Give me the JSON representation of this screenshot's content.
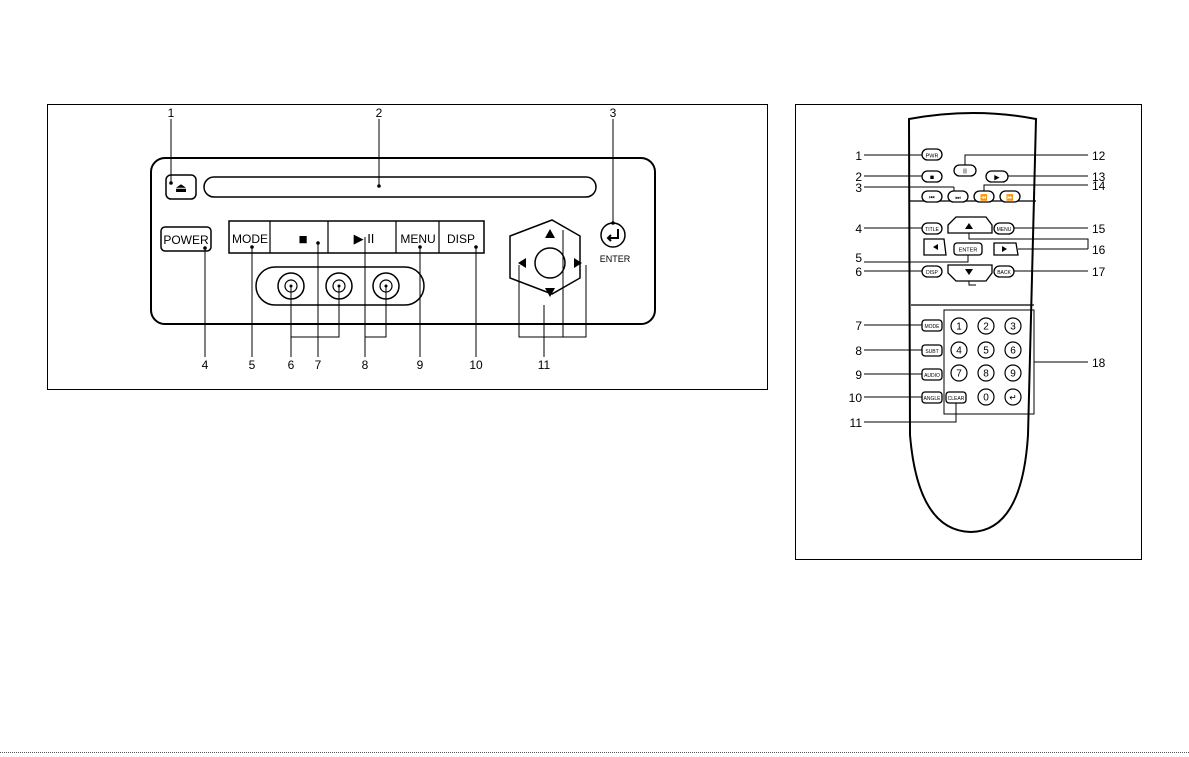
{
  "head_unit": {
    "callouts_top": [
      "1",
      "2",
      "3"
    ],
    "callouts_bottom": [
      "4",
      "5",
      "6",
      "7",
      "8",
      "9",
      "10",
      "11"
    ],
    "buttons": {
      "power": "POWER",
      "mode": "MODE",
      "menu": "MENU",
      "disp": "DISP",
      "play_pause": "▶ II",
      "stop": "■",
      "eject": "⏏",
      "enter": "ENTER"
    }
  },
  "remote": {
    "callouts_left": [
      "1",
      "2",
      "3",
      "4",
      "5",
      "6",
      "7",
      "8",
      "9",
      "10",
      "11"
    ],
    "callouts_right": [
      "12",
      "13",
      "14",
      "15",
      "16",
      "17",
      "18"
    ],
    "buttons": {
      "pwr": "PWR",
      "title": "TITLE",
      "menu": "MENU",
      "enter": "ENTER",
      "disp": "DISP",
      "back": "BACK",
      "mode": "MODE",
      "subt": "SUBT",
      "audio": "AUDIO",
      "angle": "ANGLE",
      "clear": "CLEAR",
      "pause": "II",
      "play": "▶",
      "stop": "■",
      "skip_back": "⏮",
      "skip_fwd": "⏭",
      "rewind": "⏪",
      "ffwd": "⏩",
      "enter_key": "↵"
    },
    "numpad": [
      "1",
      "2",
      "3",
      "4",
      "5",
      "6",
      "7",
      "8",
      "9",
      "0"
    ]
  }
}
